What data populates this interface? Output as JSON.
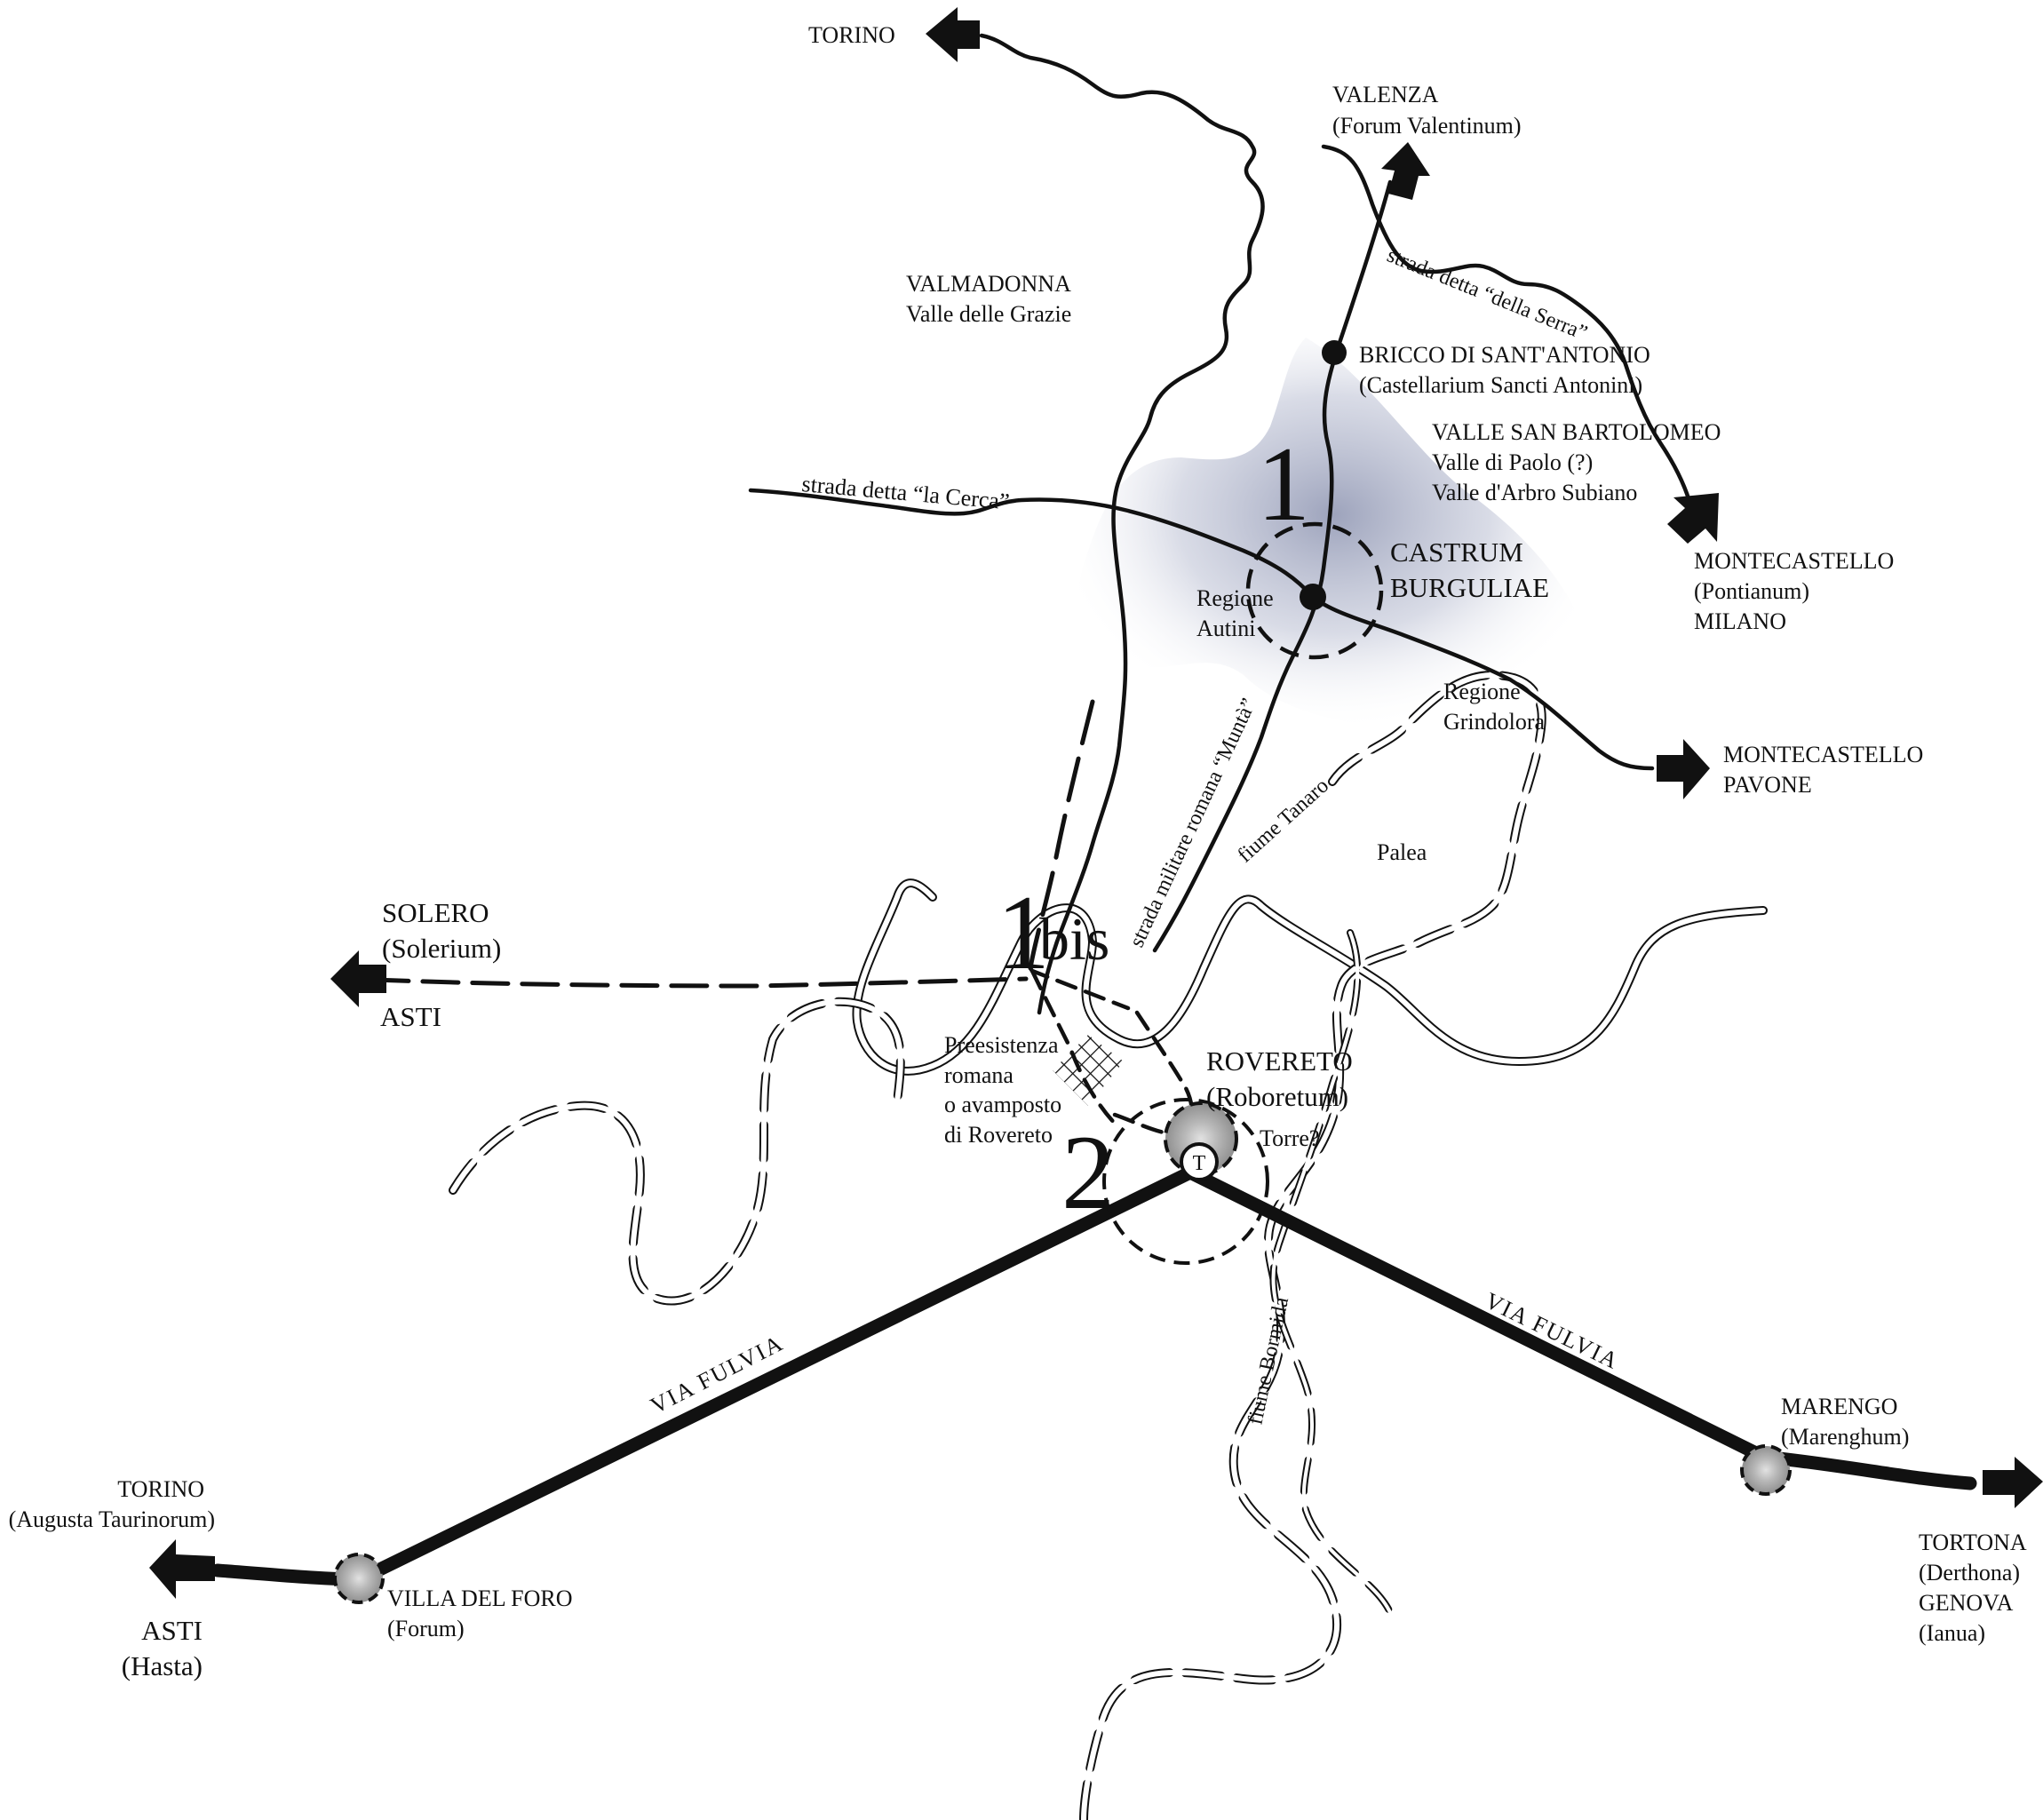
{
  "colors": {
    "ink": "#111111",
    "node_gray": "#9a9a9a",
    "node_light": "#d6d6d6",
    "haze": "#a7adc4"
  },
  "icons": {
    "arrow": "arrow-icon",
    "site_dot": "black-dot-icon",
    "gray_node": "gray-circle-icon",
    "tower": "tower-t-icon",
    "hatch": "crosshatch-icon"
  },
  "labels": {
    "torino_top": "TORINO",
    "valenza": "VALENZA",
    "valenza_sub": "(Forum Valentinum)",
    "valmadonna": "VALMADONNA",
    "valmadonna_sub": "Valle delle Grazie",
    "bricco": "BRICCO DI SANT'ANTONIO",
    "bricco_sub": "(Castellarium Sancti Antonini)",
    "valle_sb": "VALLE SAN BARTOLOMEO",
    "valle_paolo": "Valle di Paolo (?)",
    "valle_arbro": "Valle d'Arbro Subiano",
    "montecastello_1": "MONTECASTELLO",
    "pontianum": "(Pontianum)",
    "milano": "MILANO",
    "castrum_1": "CASTRUM",
    "castrum_2": "BURGULIAE",
    "autini_1": "Regione",
    "autini_2": "Autini",
    "grindolora_1": "Regione",
    "grindolora_2": "Grindolora",
    "montecastello_2": "MONTECASTELLO",
    "pavone": "PAVONE",
    "palea": "Palea",
    "solero": "SOLERO",
    "solerium": "(Solerium)",
    "asti_left": "ASTI",
    "pre_1": "Preesistenza",
    "pre_2": "romana",
    "pre_3": "o avamposto",
    "pre_4": "di Rovereto",
    "rovereto": "ROVERETO",
    "roboretum": "(Roboretum)",
    "torre": "Torre?",
    "tower_letter": "T",
    "marengo": "MARENGO",
    "marenghum": "(Marenghum)",
    "tortona": "TORTONA",
    "derthona": "(Derthona)",
    "genova": "GENOVA",
    "ianua": "(Ianua)",
    "torino_bl": "TORINO",
    "augusta": "(Augusta Taurinorum)",
    "asti_bl": "ASTI",
    "hasta": "(Hasta)",
    "villa": "VILLA DEL FORO",
    "forum": "(Forum)",
    "n1": "1",
    "n1bis_num": "1",
    "n1bis_bis": "bis",
    "n2": "2"
  },
  "road_labels": {
    "cerca": "strada detta “la Cerca”",
    "serra": "strada detta “della Serra”",
    "munta": "strada militare romana “Muntà”",
    "tanaro": "fiume Tanaro",
    "bormida": "fiume Bormida",
    "fulvia_left": "VIA FULVIA",
    "fulvia_right": "VIA FULVIA"
  }
}
